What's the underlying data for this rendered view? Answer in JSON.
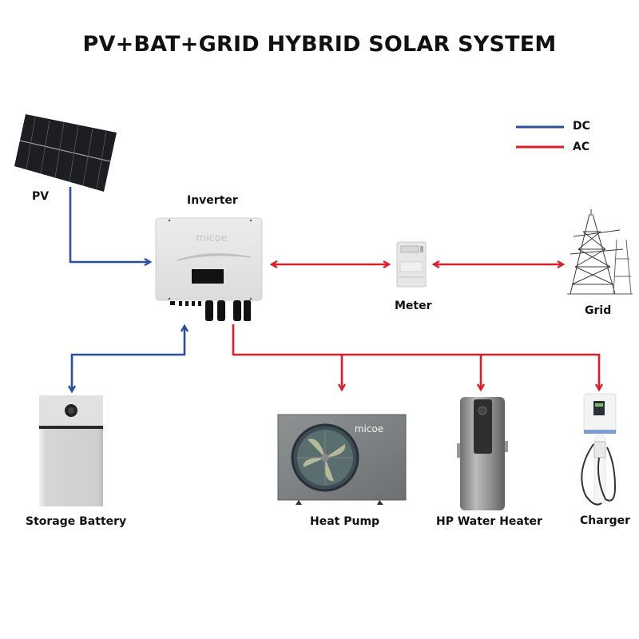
{
  "title": "PV+BAT+GRID HYBRID SOLAR SYSTEM",
  "legend": {
    "items": [
      {
        "label": "DC",
        "color": "#2b4f9a"
      },
      {
        "label": "AC",
        "color": "#d8202a"
      }
    ]
  },
  "components": {
    "pv": {
      "label": "PV"
    },
    "inverter": {
      "label": "Inverter",
      "brand": "micoe"
    },
    "meter": {
      "label": "Meter"
    },
    "grid": {
      "label": "Grid"
    },
    "battery": {
      "label": "Storage Battery"
    },
    "heat_pump": {
      "label": "Heat Pump",
      "brand": "micoe"
    },
    "water_heater": {
      "label": "HP Water Heater"
    },
    "charger": {
      "label": "Charger"
    }
  },
  "connections": [
    {
      "from": "PV",
      "to": "Inverter",
      "type": "DC",
      "direction": "one-way"
    },
    {
      "from": "Storage Battery",
      "to": "Inverter",
      "type": "DC",
      "direction": "two-way"
    },
    {
      "from": "Inverter",
      "to": "Meter",
      "type": "AC",
      "direction": "two-way"
    },
    {
      "from": "Meter",
      "to": "Grid",
      "type": "AC",
      "direction": "two-way"
    },
    {
      "from": "Inverter",
      "to": "Heat Pump",
      "type": "AC",
      "direction": "one-way"
    },
    {
      "from": "Inverter",
      "to": "HP Water Heater",
      "type": "AC",
      "direction": "one-way"
    },
    {
      "from": "Inverter",
      "to": "Charger",
      "type": "AC",
      "direction": "one-way"
    }
  ]
}
